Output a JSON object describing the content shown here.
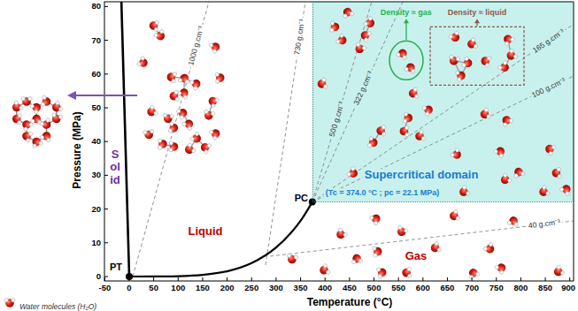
{
  "diagram": {
    "nodes": [
      {
        "text": [
          "Supercritical domain",
          "(Tc = 374.0 °C ; pc = 22.1 MPa)"
        ]
      },
      {
        "text": [
          "Density ≈ gas"
        ],
        "in": 0
      },
      {
        "text": [
          "Density ≈ liquid"
        ],
        "in": 0
      }
    ],
    "labels": [
      "Pressure (MPa)",
      "0",
      "10",
      "20",
      "30",
      "40",
      "50",
      "60",
      "70",
      "80",
      "Temperature (°C)",
      "-50",
      "0",
      "50",
      "100",
      "150",
      "200",
      "250",
      "300",
      "350",
      "400",
      "450",
      "500",
      "550",
      "600",
      "650",
      "700",
      "750",
      "800",
      "850",
      "900",
      "Solid",
      "Liquid",
      "Gas",
      "PT",
      "PC",
      "1000 g.cm⁻³",
      "730 g.cm⁻³",
      "500 g.cm⁻³",
      "322 g.cm⁻³",
      "165 g.cm⁻³",
      "100 g.cm⁻³",
      "40 g.cm⁻³"
    ],
    "legend": [
      {
        "text": "Water molecules (H₂O)"
      }
    ]
  }
}
